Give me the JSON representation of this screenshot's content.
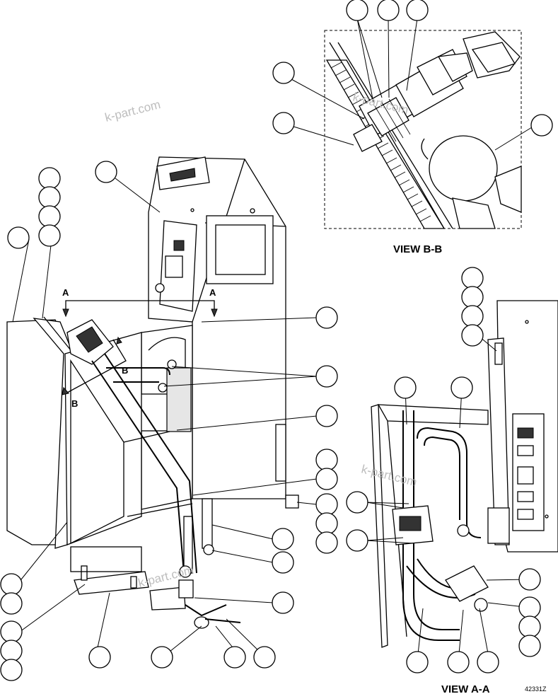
{
  "view_labels": {
    "view_bb": "VIEW B-B",
    "view_aa": "VIEW A-A"
  },
  "section_marks": {
    "a": "A",
    "b": "B"
  },
  "watermark": "k-part.com",
  "figure_code": "42331Z",
  "colors": {
    "line": "#000000",
    "background": "#ffffff",
    "watermark": "#bdbdbd"
  }
}
